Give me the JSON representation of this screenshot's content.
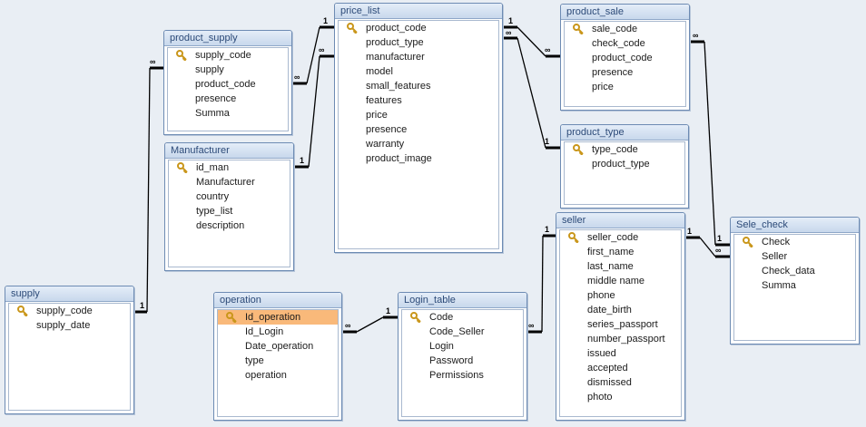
{
  "tables": [
    {
      "id": "product_supply",
      "title": "product_supply",
      "fields": [
        "supply_code",
        "supply",
        "product_code",
        "presence",
        "Summa"
      ],
      "key": 0
    },
    {
      "id": "manufacturer",
      "title": "Manufacturer",
      "fields": [
        "id_man",
        "Manufacturer",
        "country",
        "type_list",
        "description"
      ],
      "key": 0
    },
    {
      "id": "price_list",
      "title": "price_list",
      "fields": [
        "product_code",
        "product_type",
        "manufacturer",
        "model",
        "small_features",
        "features",
        "price",
        "presence",
        "warranty",
        "product_image"
      ],
      "key": 0
    },
    {
      "id": "product_sale",
      "title": "product_sale",
      "fields": [
        "sale_code",
        "check_code",
        "product_code",
        "presence",
        "price"
      ],
      "key": 0
    },
    {
      "id": "product_type",
      "title": "product_type",
      "fields": [
        "type_code",
        "product_type"
      ],
      "key": 0
    },
    {
      "id": "seller",
      "title": "seller",
      "fields": [
        "seller_code",
        "first_name",
        "last_name",
        "middle name",
        "phone",
        "date_birth",
        "series_passport",
        "number_passport",
        "issued",
        "accepted",
        "dismissed",
        "photo"
      ],
      "key": 0
    },
    {
      "id": "sele_check",
      "title": "Sele_check",
      "fields": [
        "Check",
        "Seller",
        "Check_data",
        "Summa"
      ],
      "key": 0
    },
    {
      "id": "supply",
      "title": "supply",
      "fields": [
        "supply_code",
        "supply_date"
      ],
      "key": 0
    },
    {
      "id": "operation",
      "title": "operation",
      "fields": [
        "Id_operation",
        "Id_Login",
        "Date_operation",
        "type",
        "operation"
      ],
      "key": 0,
      "selected": 0
    },
    {
      "id": "login_table",
      "title": "Login_table",
      "fields": [
        "Code",
        "Code_Seller",
        "Login",
        "Password",
        "Permissions"
      ],
      "key": 0
    }
  ],
  "cardinality": {
    "one": "1",
    "many": "∞"
  },
  "colors": {
    "background": "#e9eef4",
    "border": "#6d8bb3",
    "selected": "#f9b97a",
    "key": "#d6a520"
  }
}
